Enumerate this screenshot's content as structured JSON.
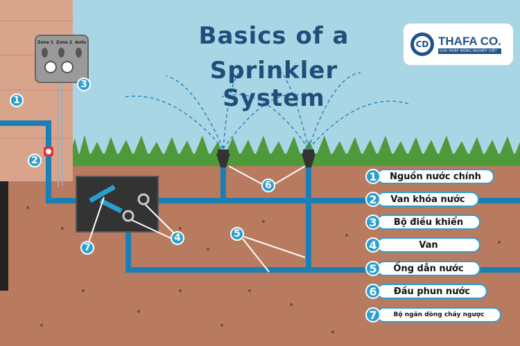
{
  "title": {
    "line1": "Basics of a",
    "line2": "Sprinkler System"
  },
  "logo": {
    "name": "THAFA CO.",
    "tagline": "GIẢI PHÁP NÔNG NGHIỆP VIỆT"
  },
  "controller": {
    "labels": [
      "Zone 1",
      "Zone 2",
      "Auto"
    ]
  },
  "callouts": [
    "1",
    "2",
    "3",
    "4",
    "5",
    "6",
    "7"
  ],
  "legend": [
    {
      "num": "1",
      "label": "Nguồn nước chính"
    },
    {
      "num": "2",
      "label": "Van khóa nước"
    },
    {
      "num": "3",
      "label": "Bộ điều khiển"
    },
    {
      "num": "4",
      "label": "Van"
    },
    {
      "num": "5",
      "label": "Ống dẫn nước"
    },
    {
      "num": "6",
      "label": "Đầu phun nước"
    },
    {
      "num": "7",
      "label": "Bộ ngăn dòng chảy ngược"
    }
  ],
  "colors": {
    "sky": "#a9d6e5",
    "wall": "#d9a48c",
    "soil": "#b97b5f",
    "pipe": "#1b7fb5",
    "accent": "#2a9fd0",
    "title": "#1f4e7a"
  }
}
